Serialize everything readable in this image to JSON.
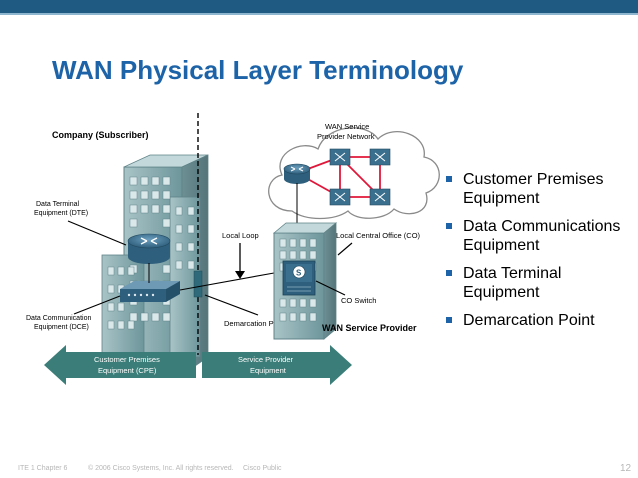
{
  "slide": {
    "title": "WAN Physical Layer Terminology",
    "bullets": [
      "Customer Premises Equipment",
      "Data Communications Equipment",
      "Data Terminal Equipment",
      "Demarcation Point"
    ]
  },
  "diagram": {
    "company_label": "Company (Subscriber)",
    "wan_service_network": [
      "WAN Service",
      "Provider Network"
    ],
    "dte_label": [
      "Data Terminal",
      "Equipment (DTE)"
    ],
    "dce_label": [
      "Data Communication",
      "Equipment (DCE)"
    ],
    "local_loop": "Local Loop",
    "local_central_office": "Local Central Office (CO)",
    "co_switch": "CO Switch",
    "demarcation_point": "Demarcation Point",
    "wan_service_provider": "WAN Service Provider",
    "switch_badge": "S",
    "cpe_arrow": [
      "Customer Premises",
      "Equipment (CPE)"
    ],
    "provider_arrow": [
      "Service Provider",
      "Equipment"
    ]
  },
  "footer": {
    "course": "ITE 1 Chapter 6",
    "copyright": "© 2006 Cisco Systems, Inc. All rights reserved.",
    "classification": "Cisco Public",
    "page_number": "12"
  },
  "colors": {
    "title": "#1d63a8",
    "top_bar": "#1f5a82",
    "arrow_fill": "#3b7d78",
    "building": "#7fa6ab",
    "router": "#3a6f8e",
    "footer_text": "#b7b7b7"
  }
}
